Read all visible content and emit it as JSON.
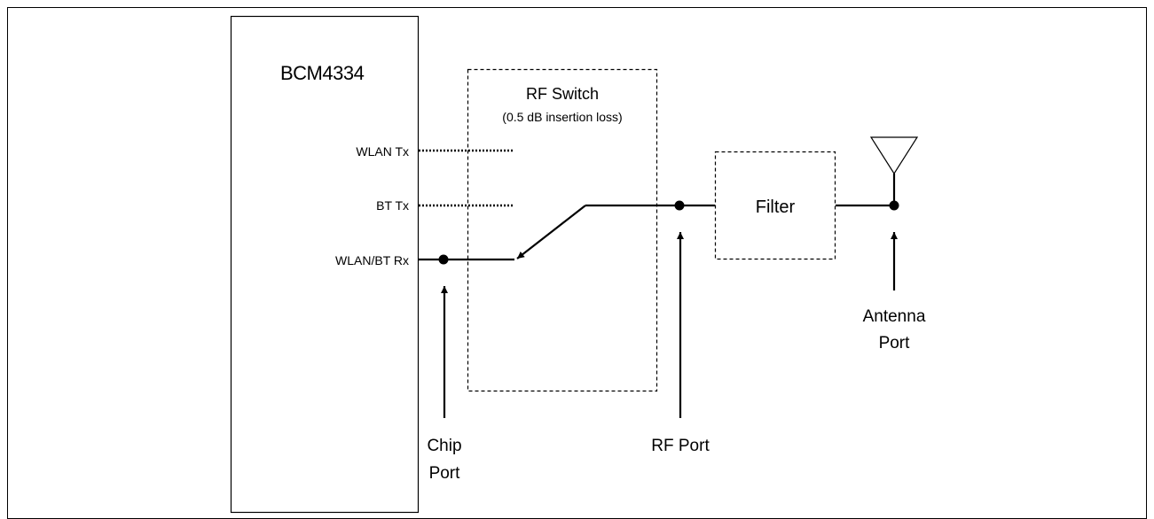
{
  "chip": {
    "name": "BCM4334"
  },
  "pins": {
    "wlan_tx": "WLAN Tx",
    "bt_tx": "BT Tx",
    "wlan_bt_rx": "WLAN/BT Rx"
  },
  "rf_switch": {
    "title": "RF Switch",
    "subtitle": "(0.5 dB insertion loss)"
  },
  "filter": {
    "label": "Filter"
  },
  "ports": {
    "chip": [
      "Chip",
      "Port"
    ],
    "rf": [
      "RF Port"
    ],
    "antenna": [
      "Antenna",
      "Port"
    ]
  }
}
